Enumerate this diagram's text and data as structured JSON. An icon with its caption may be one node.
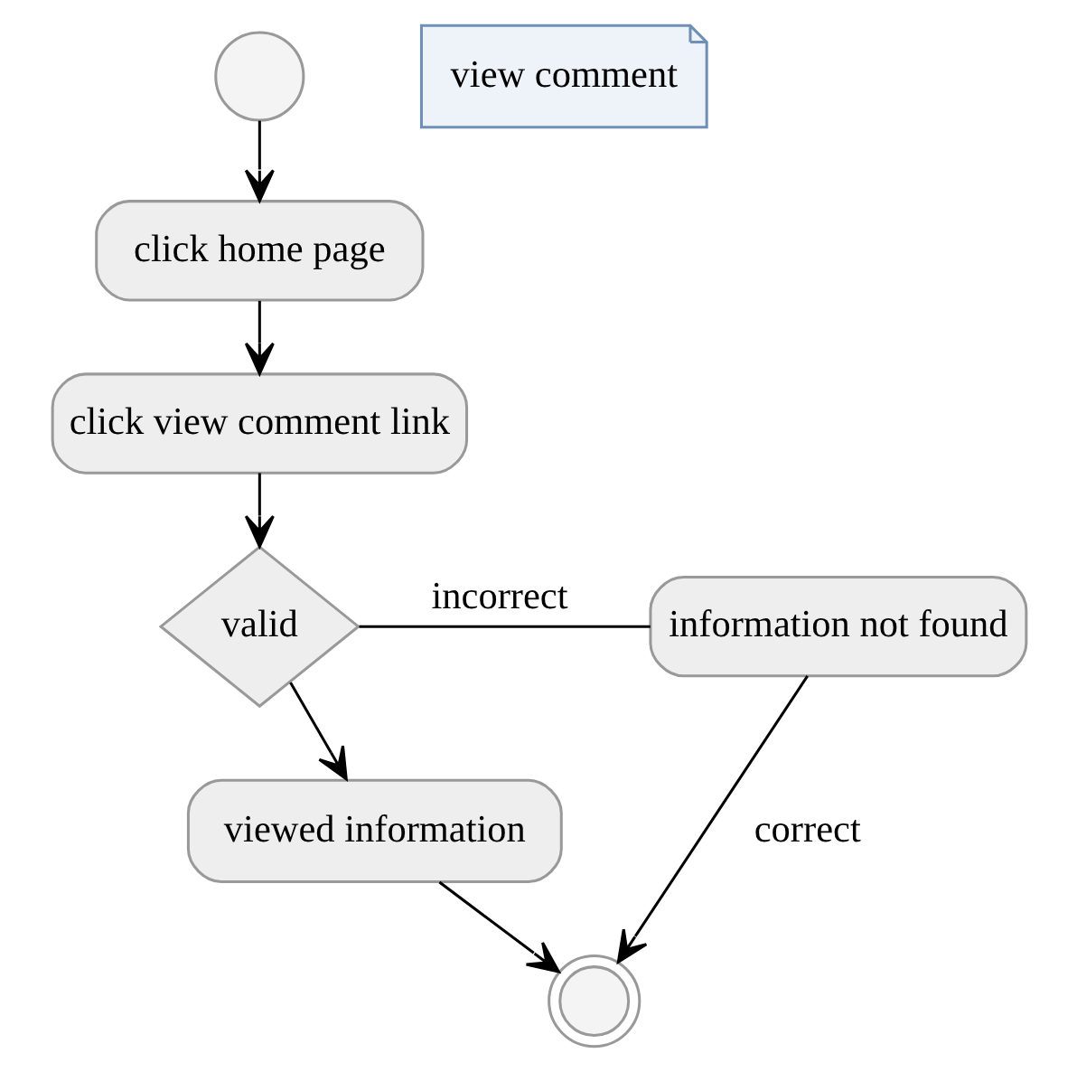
{
  "diagram": {
    "nodes": [
      {
        "text": [],
        "shape": "circle"
      },
      {
        "text": [
          "view comment"
        ]
      },
      {
        "text": [
          "click home page"
        ]
      },
      {
        "text": [
          "click view comment link"
        ]
      },
      {
        "text": [
          "valid"
        ]
      },
      {
        "text": [
          "information not found"
        ]
      },
      {
        "text": [
          "viewed information"
        ]
      },
      {
        "text": [],
        "shape": "circle"
      }
    ],
    "edges": [
      {
        "from": 0,
        "to": 2,
        "arrow": "to"
      },
      {
        "from": 2,
        "to": 3,
        "arrow": "to"
      },
      {
        "from": 3,
        "to": 4,
        "arrow": "to"
      },
      {
        "from": 4,
        "to": 5,
        "arrow": "none",
        "label": "incorrect"
      },
      {
        "from": 4,
        "to": 6,
        "arrow": "to"
      },
      {
        "from": 6,
        "to": 7,
        "arrow": "to"
      },
      {
        "from": 5,
        "to": 7,
        "arrow": "to",
        "label": "correct"
      }
    ]
  }
}
